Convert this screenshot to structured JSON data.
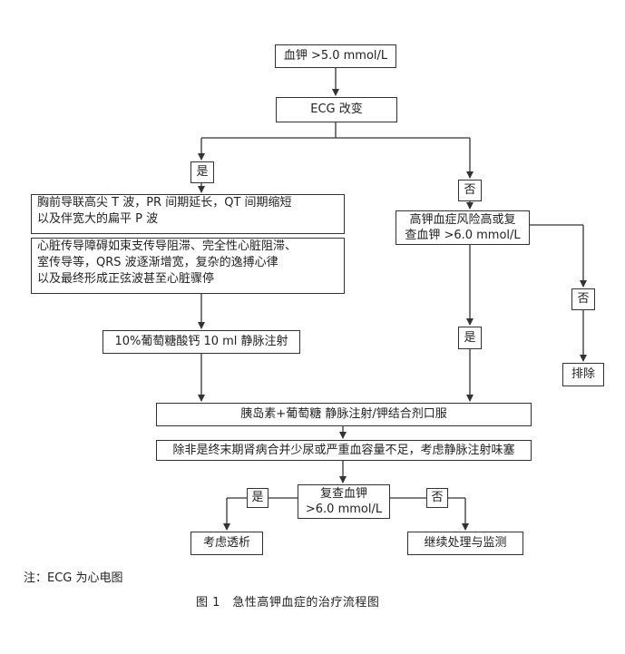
{
  "nodes": {
    "start": "血钾 >5.0 mmol/L",
    "ecg": "ECG 改变",
    "yes1": "是",
    "no1": "否",
    "ecg_change_1": [
      "胸前导联高尖 T 波，PR 间期延长，QT 间期缩短",
      "以及伴宽大的扁平 P 波"
    ],
    "ecg_change_2": [
      "心脏传导障碍如束支传导阻滞、完全性心脏阻滞、",
      "室传导等，QRS 波逐渐增宽，复杂的逸搏心律",
      "以及最终形成正弦波甚至心脏骤停"
    ],
    "calcium": "10%葡萄糖酸钙 10 ml 静脉注射",
    "risk": [
      "高钾血症风险高或复",
      "查血钾 >6.0 mmol/L"
    ],
    "yes2": "是",
    "no2": "否",
    "exclude": "排除",
    "insulin": "胰岛素+葡萄糖 静脉注射/钾结合剂口服",
    "bicarb": "除非是终末期肾病合并少尿或严重血容量不足，考虑静脉注射味塞",
    "recheck": [
      "复查血钾",
      ">6.0 mmol/L"
    ],
    "yes3": "是",
    "no3": "否",
    "dialysis": "考虑透析",
    "continue": "继续处理与监测"
  },
  "note": "注：ECG 为心电图",
  "caption": "图 1　急性高钾血症的治疗流程图"
}
